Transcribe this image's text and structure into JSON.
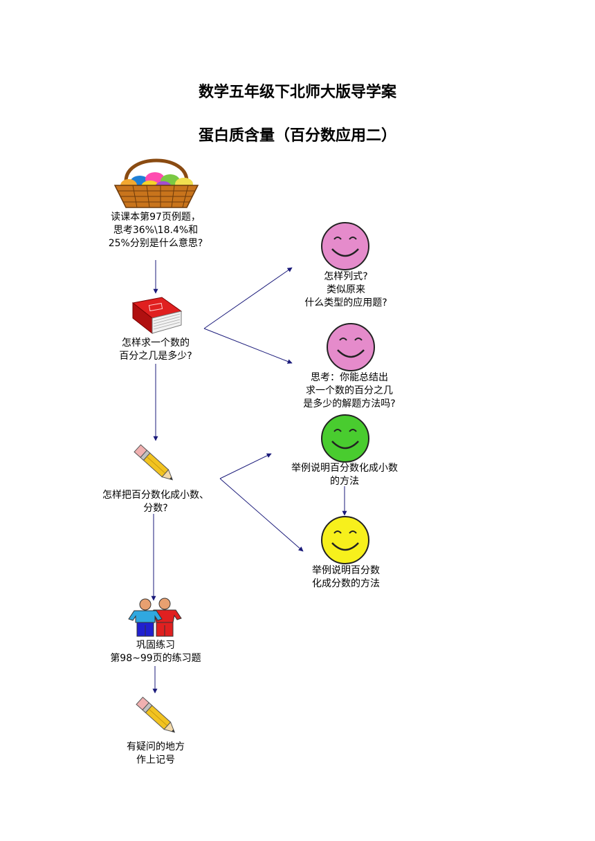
{
  "doc": {
    "title": "数学五年级下北师大版导学案",
    "subtitle": "蛋白质含量（百分数应用二）"
  },
  "flow": {
    "step1": {
      "icon": "egg-basket-icon",
      "line1": "读课本第97页例题，",
      "line2": "思考36%\\18.4%和",
      "line3": "25%分别是什么意思?"
    },
    "step2": {
      "icon": "red-book-icon",
      "line1": "怎样求一个数的",
      "line2": "百分之几是多少?"
    },
    "step3": {
      "icon": "pencil-icon",
      "line1": "怎样把百分数化成小数、",
      "line2": "分数?"
    },
    "step4": {
      "icon": "two-people-icon",
      "line1": "巩固练习",
      "line2": "第98~99页的练习题"
    },
    "step5": {
      "icon": "pencil-icon",
      "line1": "有疑问的地方",
      "line2": "作上记号"
    },
    "branch1": {
      "icon": "smiley-face-icon",
      "color": "#e58bcb",
      "line1": "怎样列式?",
      "line2": "类似原来",
      "line3": "什么类型的应用题?"
    },
    "branch2": {
      "icon": "smiley-face-icon",
      "color": "#e58bcb",
      "line1": "思考：你能总结出",
      "line2": "求一个数的百分之几",
      "line3": "是多少的解题方法吗?"
    },
    "branch3": {
      "icon": "smiley-face-icon",
      "color": "#49cc2f",
      "line1": "举例说明百分数化成小数",
      "line2": "的方法"
    },
    "branch4": {
      "icon": "smiley-face-icon",
      "color": "#f7f01c",
      "line1": "举例说明百分数",
      "line2": "化成分数的方法"
    }
  }
}
